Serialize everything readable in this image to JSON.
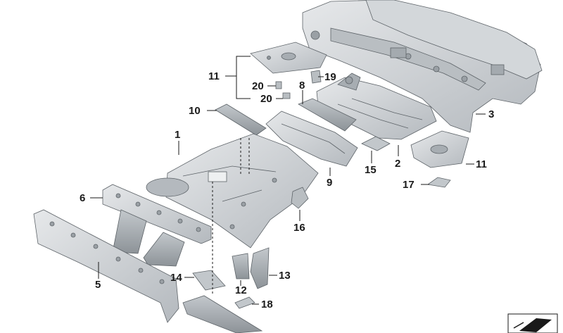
{
  "colors": {
    "part_fill": "#c9cdd1",
    "part_light": "#dfe2e5",
    "part_dark": "#8f959b",
    "outline": "#5d6368",
    "hole": "#9aa0a5",
    "leader": "#1a1a1a"
  },
  "callouts": {
    "c1": "1",
    "c2": "2",
    "c3": "3",
    "c5": "5",
    "c6": "6",
    "c8": "8",
    "c9": "9",
    "c10": "10",
    "c11_top": "11",
    "c11_right": "11",
    "c12": "12",
    "c13": "13",
    "c14": "14",
    "c15": "15",
    "c16": "16",
    "c17": "17",
    "c18": "18",
    "c19": "19",
    "c20_a": "20",
    "c20_b": "20"
  },
  "icons": {
    "corner_badge": "perspective-arrow-icon"
  }
}
